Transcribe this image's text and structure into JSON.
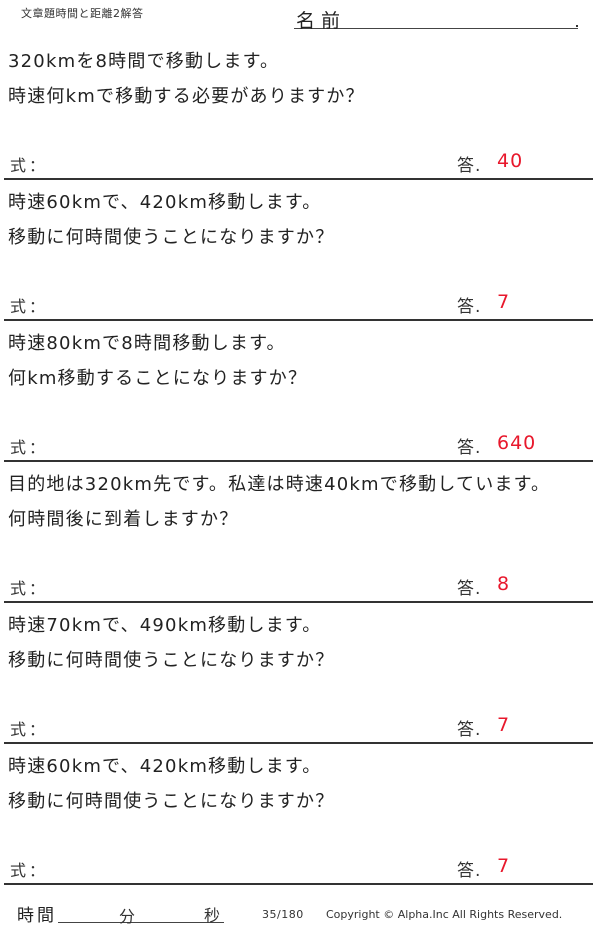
{
  "header": {
    "title": "文章題時間と距離2解答",
    "name_label": "名前"
  },
  "labels": {
    "formula": "式：",
    "answer": "答."
  },
  "problems": [
    {
      "line1": "320kmを8時間で移動します。",
      "line2": "時速何kmで移動する必要がありますか？",
      "answer": "40"
    },
    {
      "line1": "時速60kmで、420km移動します。",
      "line2": "移動に何時間使うことになりますか？",
      "answer": "7"
    },
    {
      "line1": "時速80kmで8時間移動します。",
      "line2": "何km移動することになりますか？",
      "answer": "640"
    },
    {
      "line1": "目的地は320km先です。私達は時速40kmで移動しています。",
      "line2": "何時間後に到着しますか？",
      "answer": "8"
    },
    {
      "line1": "時速70kmで、490km移動します。",
      "line2": "移動に何時間使うことになりますか？",
      "answer": "7"
    },
    {
      "line1": "時速60kmで、420km移動します。",
      "line2": "移動に何時間使うことになりますか？",
      "answer": "7"
    }
  ],
  "footer": {
    "time_label": "時間",
    "minutes_label": "分",
    "seconds_label": "秒",
    "page": "35/180",
    "copyright": "Copyright ©  Alpha.Inc All Rights Reserved."
  },
  "colors": {
    "answer": "#e8182c",
    "text": "#222222",
    "rule": "#333333"
  }
}
